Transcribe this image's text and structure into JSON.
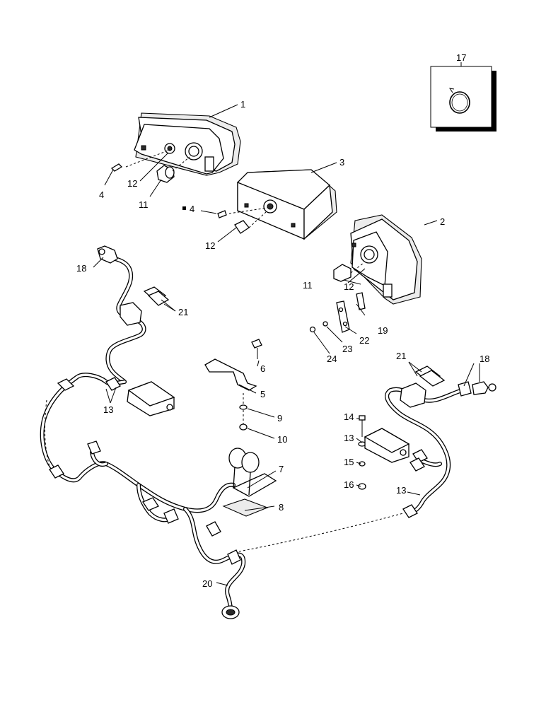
{
  "diagram": {
    "labels": {
      "l1": "1",
      "l2": "2",
      "l3": "3",
      "l4a": "4",
      "l4b": "4",
      "l5": "5",
      "l6": "6",
      "l7": "7",
      "l8": "8",
      "l9": "9",
      "l10": "10",
      "l11a": "11",
      "l11b": "11",
      "l12a": "12",
      "l12b": "12",
      "l12c": "12",
      "l13a": "13",
      "l13b": "13",
      "l13c": "13",
      "l14": "14",
      "l15": "15",
      "l16": "16",
      "l17": "17",
      "l18a": "18",
      "l18b": "18",
      "l19": "19",
      "l20": "20",
      "l21a": "21",
      "l21b": "21",
      "l22": "22",
      "l23": "23",
      "l24": "24"
    }
  }
}
